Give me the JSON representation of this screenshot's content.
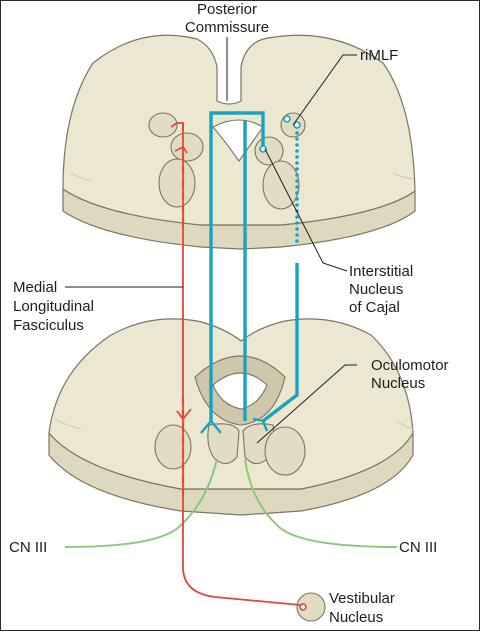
{
  "labels": {
    "posterior_commissure": [
      "Posterior",
      "Commissure"
    ],
    "rimlf": "riMLF",
    "interstitial": [
      "Interstitial",
      "Nucleus",
      "of Cajal"
    ],
    "mlf": [
      "Medial",
      "Longitudinal",
      "Fasciculus"
    ],
    "oculomotor": [
      "Oculomotor",
      "Nucleus"
    ],
    "cn_left": "CN III",
    "cn_right": "CN III",
    "vestibular": [
      "Vestibular",
      "Nucleus"
    ]
  },
  "colors": {
    "vertical_pathway": "#1aa3c0",
    "mlf_pathway": "#e8443a",
    "cn3_nerve": "#8cc87a",
    "tissue": "#ece7d1",
    "outline": "#7b7562"
  }
}
